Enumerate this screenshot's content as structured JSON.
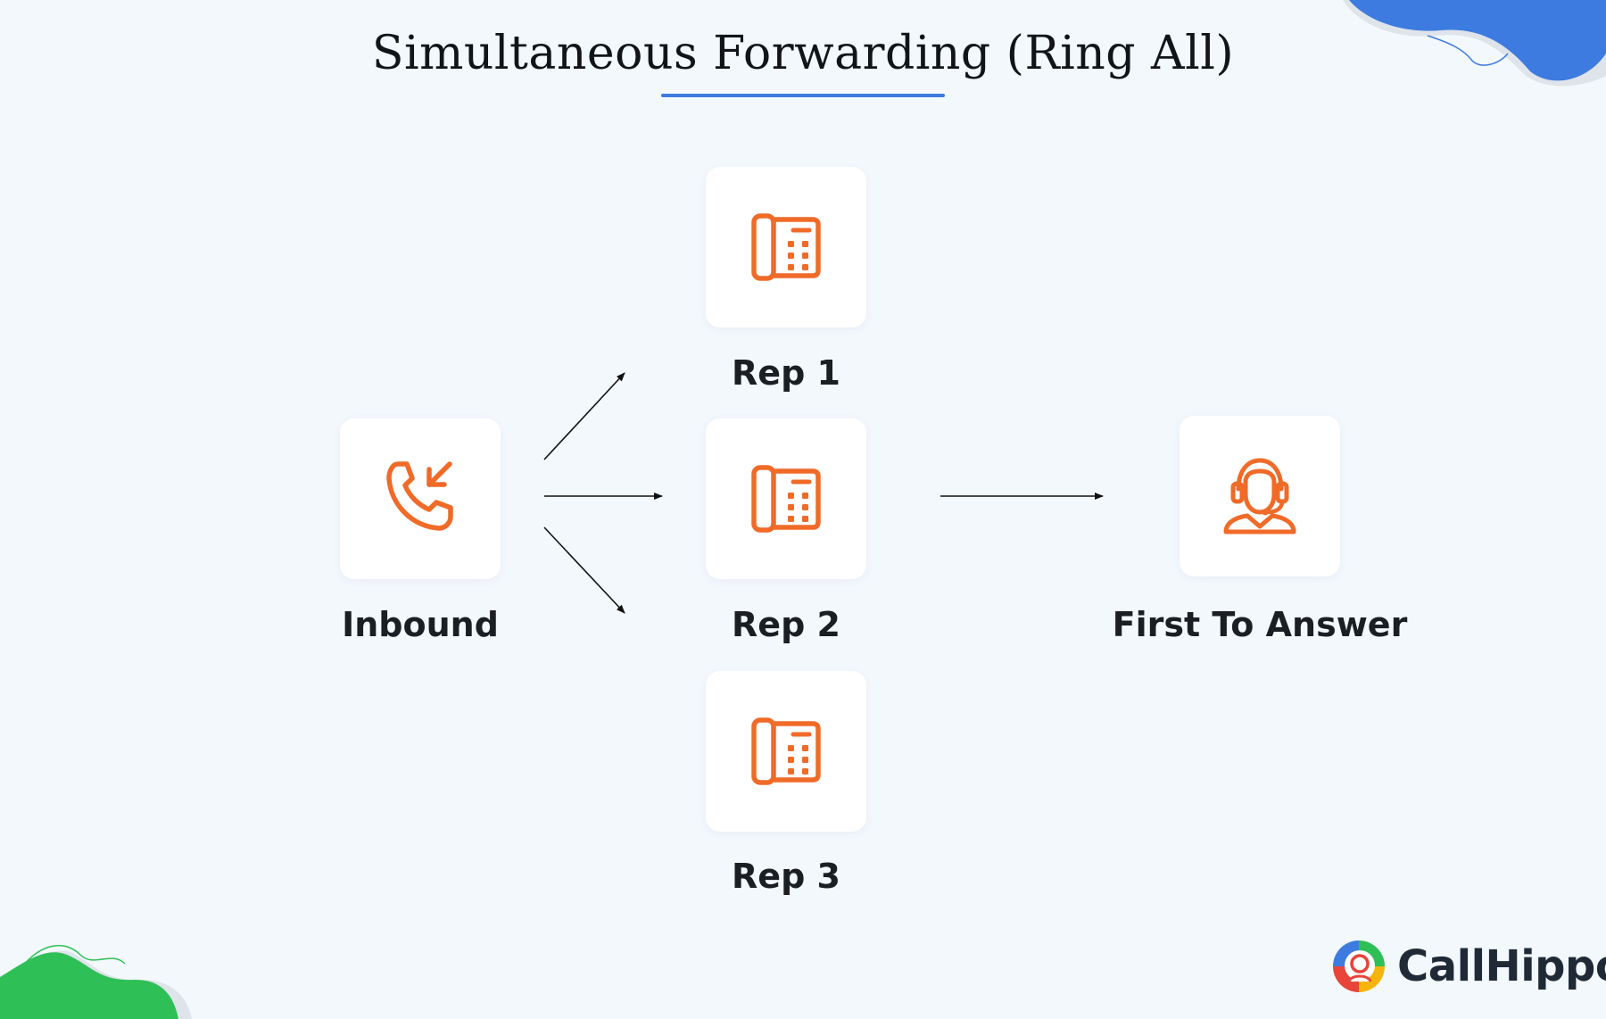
{
  "title": "Simultaneous Forwarding (Ring All)",
  "nodes": {
    "inbound": {
      "label": "Inbound",
      "icon": "incoming-call-icon"
    },
    "rep1": {
      "label": "Rep 1",
      "icon": "desk-phone-icon"
    },
    "rep2": {
      "label": "Rep 2",
      "icon": "desk-phone-icon"
    },
    "rep3": {
      "label": "Rep 3",
      "icon": "desk-phone-icon"
    },
    "answer": {
      "label": "First To Answer",
      "icon": "headset-agent-icon"
    }
  },
  "brand": {
    "name": "CallHippo",
    "icon": "callhippo-logo-icon"
  },
  "colors": {
    "background": "#f3f8fd",
    "icon_orange": "#f06a28",
    "underline_blue": "#3d7be0",
    "blob_blue": "#3d7be0",
    "blob_green": "#2fbf57"
  }
}
